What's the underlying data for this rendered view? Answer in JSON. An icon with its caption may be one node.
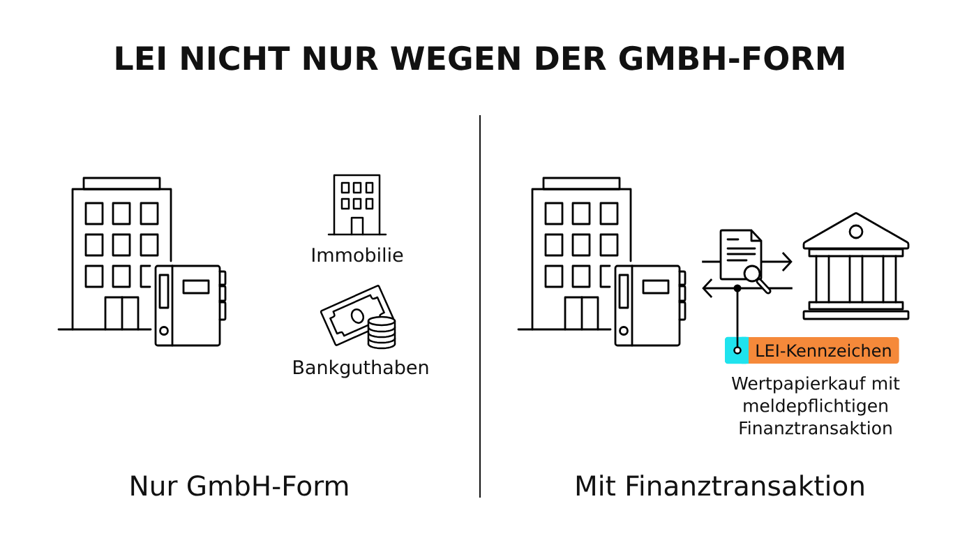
{
  "diagram": {
    "title": "LEI NICHT NUR WEGEN DER GMBH-FORM",
    "nodes": [
      {
        "text": [],
        "shape": "picture"
      },
      {
        "text": [],
        "shape": "picture"
      },
      {
        "text": [
          "LEI-Kennzeichen"
        ],
        "beside": [
          "Wertpapierkauf mit meldepflichtigen Finanztransaktion"
        ]
      }
    ],
    "edges": [
      {
        "from": 0,
        "to": 1,
        "arrow": "to"
      },
      {
        "from": 1,
        "to": 0,
        "arrow": "to"
      },
      {
        "from": 2,
        "to": null,
        "arrow": "to"
      }
    ],
    "labels": [
      "Immobilie",
      "Bankguthaben",
      "Nur GmbH-Form",
      "Mit Finanztransaktion"
    ]
  }
}
